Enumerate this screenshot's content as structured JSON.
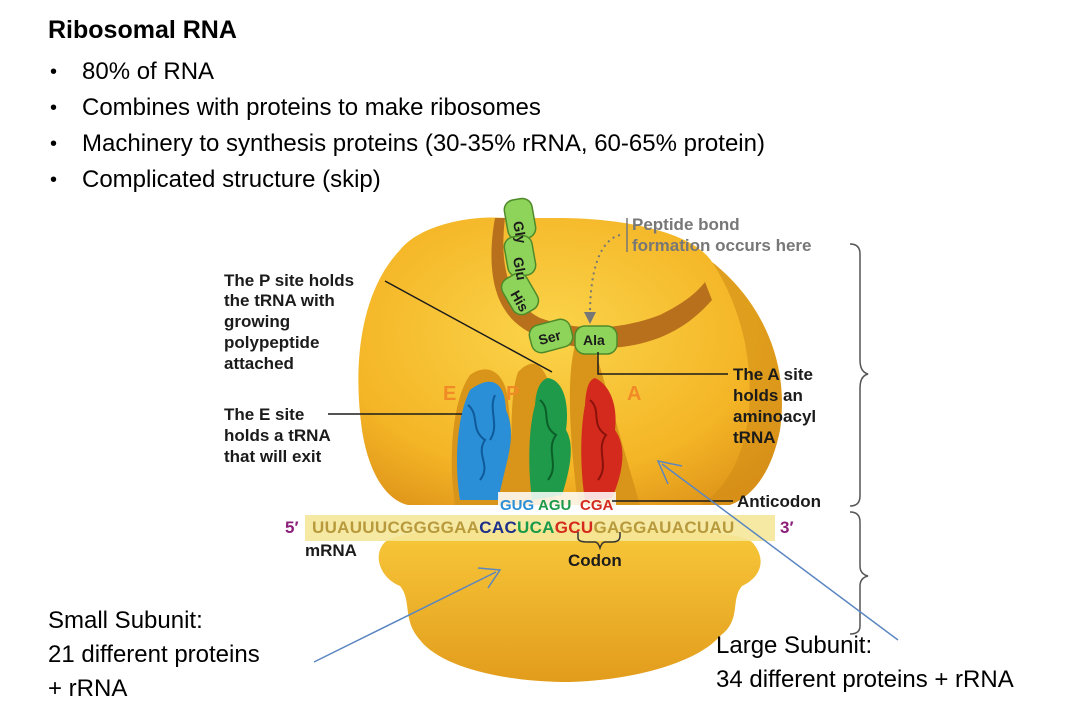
{
  "slide": {
    "title": "Ribosomal RNA",
    "bullets": [
      "80% of RNA",
      "Combines with proteins to make ribosomes",
      "Machinery to synthesis proteins (30-35% rRNA, 60-65% protein)",
      "Complicated structure (skip)"
    ],
    "bullet_glyph": "•"
  },
  "diagram": {
    "peptide_bond_label": [
      "Peptide bond",
      "formation occurs here"
    ],
    "p_site_label": [
      "The P site holds",
      "the tRNA with",
      "growing",
      "polypeptide",
      "attached"
    ],
    "e_site_label": [
      "The E site",
      "holds a tRNA",
      "that will exit"
    ],
    "a_site_label": [
      "The A site",
      "holds an",
      "aminoacyl",
      "tRNA"
    ],
    "anticodon_label": "Anticodon",
    "mrna_label": "mRNA",
    "codon_label": "Codon",
    "site_letters": [
      "E",
      "P",
      "A"
    ],
    "amino_acids": [
      "Gly",
      "Glu",
      "His",
      "Ser",
      "Ala"
    ],
    "anticodons": [
      "GUG",
      "AGU",
      "CGA"
    ],
    "mrna": {
      "five_prime": "5′",
      "three_prime": "3′",
      "segments": [
        {
          "text": "UUAUUUCGGGGAA",
          "color": "#b89a3c"
        },
        {
          "text": "CAC",
          "color": "#1c2f8a"
        },
        {
          "text": "UCA",
          "color": "#1a9a4a"
        },
        {
          "text": "GCU",
          "color": "#d42a1e"
        },
        {
          "text": "GAGGAUACUAU",
          "color": "#b89a3c"
        }
      ]
    },
    "colors": {
      "ribosome": "#f7c02c",
      "ribosome_shadow": "#d9951a",
      "tunnel": "#b8701c",
      "chain_bead": "#8fd45a",
      "trna_e": "#2a8fd6",
      "trna_p": "#1e9a4a",
      "trna_a": "#d42a1e",
      "mrna_band": "#f5e79a",
      "pointer_arrow": "#5b86c0"
    }
  },
  "captions": {
    "small_subunit": "Small Subunit:\n21 different proteins\n + rRNA",
    "large_subunit": "Large Subunit:\n34 different proteins + rRNA"
  }
}
